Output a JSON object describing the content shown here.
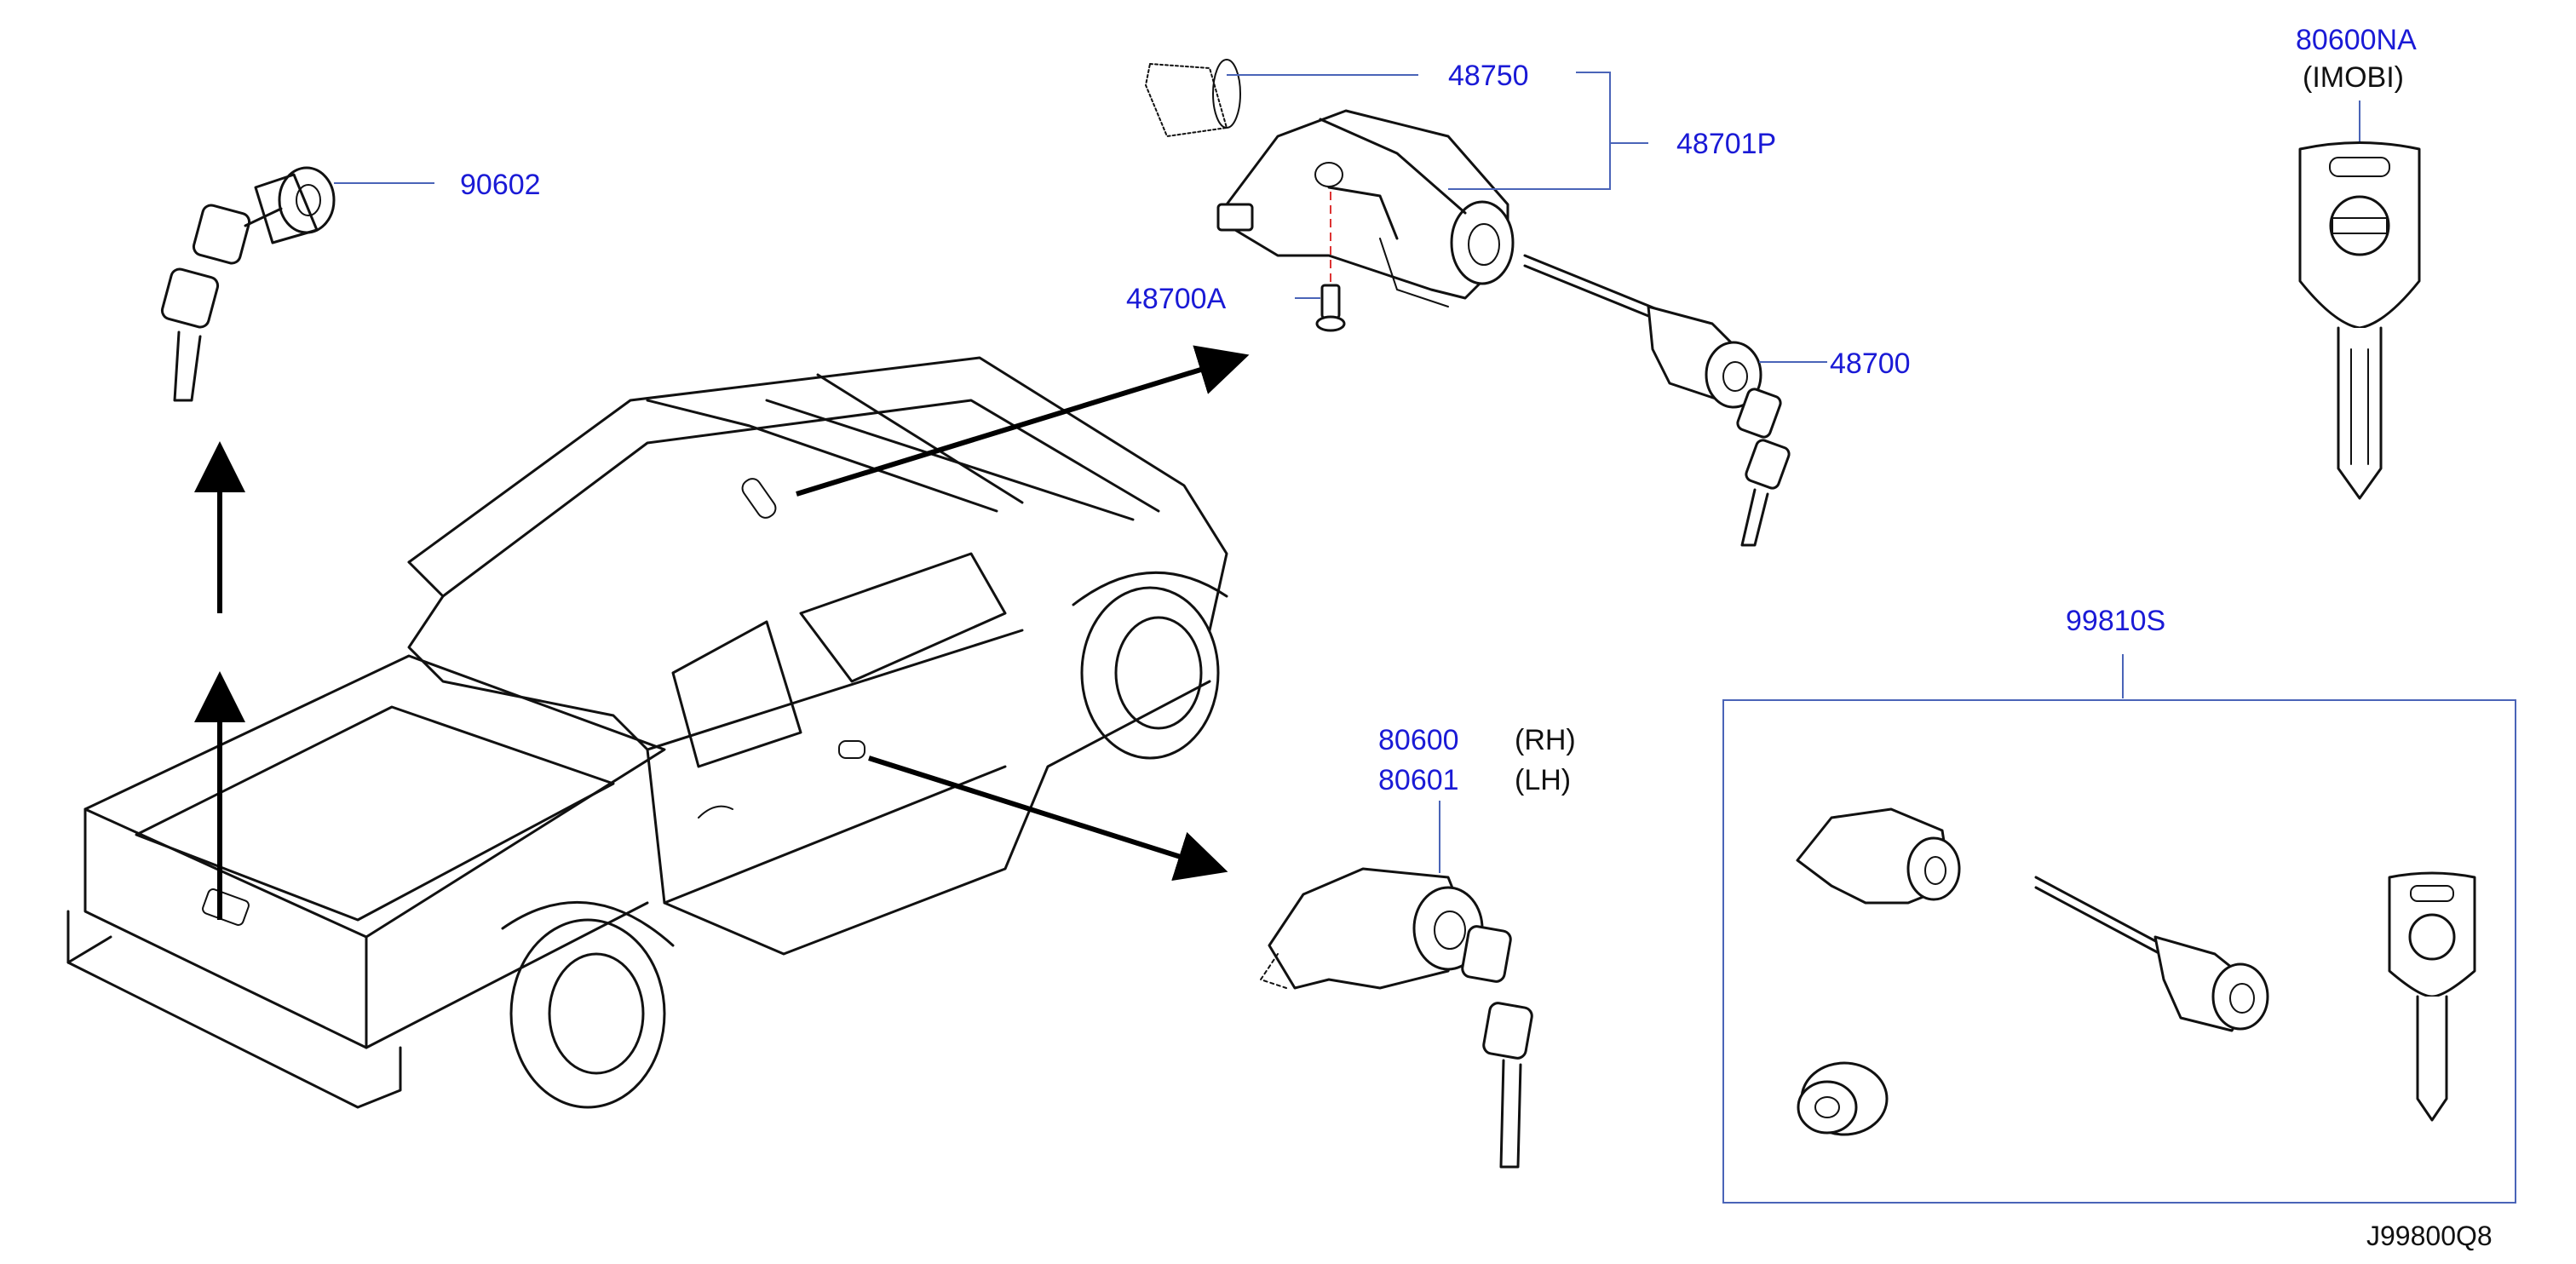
{
  "parts": {
    "p90602": "90602",
    "p48750": "48750",
    "p48701P": "48701P",
    "p48700A": "48700A",
    "p48700": "48700",
    "p80600NA": "80600NA",
    "imobi": "(IMOBI)",
    "p80600": "80600",
    "p80601": "80601",
    "rh": "(RH)",
    "lh": "(LH)",
    "kit": "99810S"
  },
  "reference": "J99800Q8",
  "colors": {
    "label": "#1a1ad6",
    "leader": "#4a64b8",
    "line": "#111111"
  }
}
